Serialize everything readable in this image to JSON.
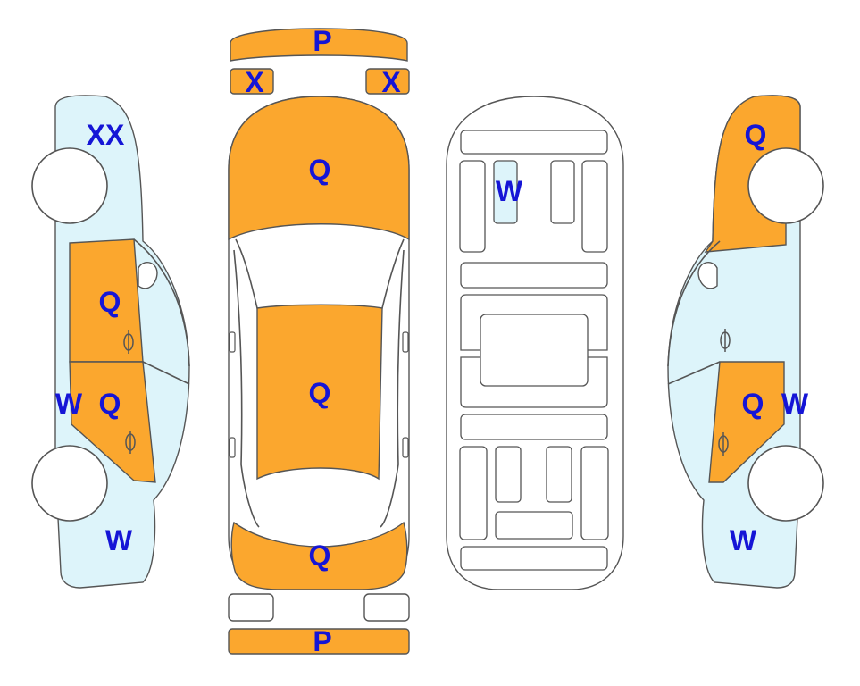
{
  "colors": {
    "orange": "#FBA72E",
    "lightblue": "#DDF4FA",
    "white": "#FFFFFF",
    "outline": "#555555",
    "label": "#1515D6"
  },
  "labels": {
    "front_bumper": "P",
    "rear_bumper": "P",
    "headlight_left": "X",
    "headlight_right": "X",
    "hood": "Q",
    "roof": "Q",
    "trunk": "Q",
    "left_front_fender": "XX",
    "left_front_door": "Q",
    "left_rear_door": "Q",
    "left_sill": "W",
    "left_rear_quarter": "W",
    "right_front_fender": "Q",
    "right_front_door": "Q",
    "right_sill": "W",
    "right_rear_quarter": "W",
    "underbody_panel": "W"
  }
}
